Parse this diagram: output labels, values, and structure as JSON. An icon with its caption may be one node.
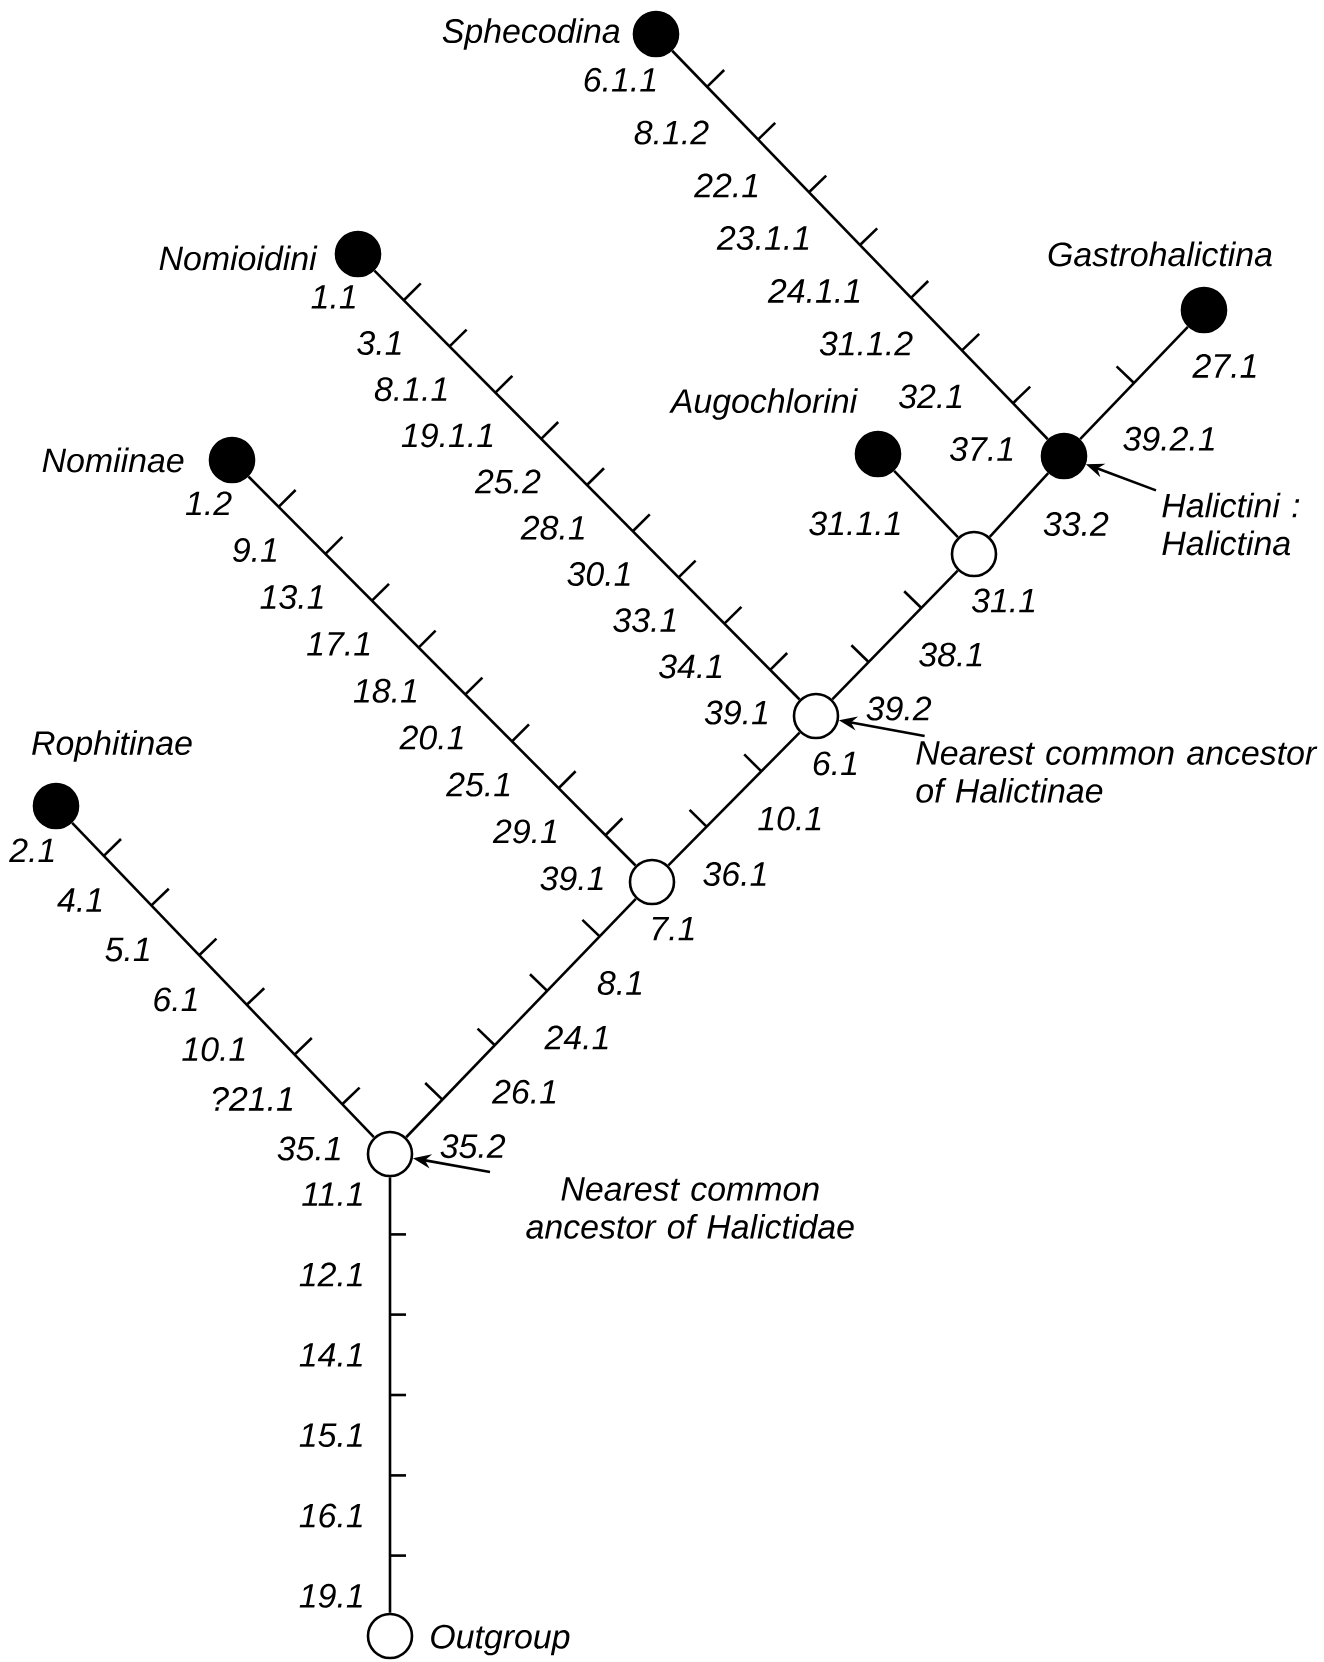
{
  "diagram": {
    "nodes": [
      {
        "text": [
          "Sphecodina"
        ]
      },
      {
        "text": [
          "Gastrohalictina"
        ]
      },
      {
        "text": [
          "Nomioidini"
        ]
      },
      {
        "text": [
          "Augochlorini"
        ]
      },
      {
        "text": [
          "Nomiinae"
        ]
      },
      {
        "text": [],
        "shape": "circle"
      },
      {
        "text": [
          "Halictini : Halictina"
        ]
      },
      {
        "text": [],
        "shape": "circle"
      },
      {
        "text": [
          "Rophitinae"
        ]
      },
      {
        "text": [],
        "shape": "circle"
      },
      {
        "text": [
          "Nearest common ancestor of Halictinae"
        ]
      },
      {
        "text": [],
        "shape": "circle"
      },
      {
        "text": [],
        "shape": "circle"
      },
      {
        "text": [
          "Nearest common ancestor of Halictidae"
        ]
      },
      {
        "text": [
          "Outgroup"
        ]
      }
    ],
    "edges": [
      {
        "from": 12,
        "to": 14,
        "arrow": "none"
      },
      {
        "from": 12,
        "to": 8,
        "arrow": "none"
      },
      {
        "from": 12,
        "to": 11,
        "arrow": "none"
      },
      {
        "from": 11,
        "to": 4,
        "arrow": "none"
      },
      {
        "from": 11,
        "to": 9,
        "arrow": "none"
      },
      {
        "from": 9,
        "to": 2,
        "arrow": "none"
      },
      {
        "from": 9,
        "to": 7,
        "arrow": "none"
      },
      {
        "from": 7,
        "to": 3,
        "arrow": "none"
      },
      {
        "from": 7,
        "to": 5,
        "arrow": "none"
      },
      {
        "from": 5,
        "to": 0,
        "arrow": "none"
      },
      {
        "from": 5,
        "to": 1,
        "arrow": "none"
      },
      {
        "from": 6,
        "to": 5,
        "arrow": "to"
      },
      {
        "from": 10,
        "to": 9,
        "arrow": "to"
      },
      {
        "from": 13,
        "to": 12,
        "arrow": "to"
      }
    ],
    "labels": [
      "11.1",
      "12.1",
      "14.1",
      "15.1",
      "16.1",
      "19.1",
      "2.1",
      "4.1",
      "5.1",
      "6.1",
      "10.1",
      "?21.1",
      "35.1",
      "7.1",
      "8.1",
      "24.1",
      "26.1",
      "35.2",
      "1.2",
      "9.1",
      "13.1",
      "17.1",
      "18.1",
      "20.1",
      "25.1",
      "29.1",
      "39.1",
      "6.1",
      "10.1",
      "36.1",
      "1.1",
      "3.1",
      "8.1.1",
      "19.1.1",
      "25.2",
      "28.1",
      "30.1",
      "33.1",
      "34.1",
      "39.1",
      "31.1",
      "38.1",
      "39.2",
      "31.1.1",
      "33.2",
      "6.1.1",
      "8.1.2",
      "22.1",
      "23.1.1",
      "24.1.1",
      "31.1.2",
      "32.1",
      "37.1",
      "27.1",
      "39.2.1"
    ]
  }
}
